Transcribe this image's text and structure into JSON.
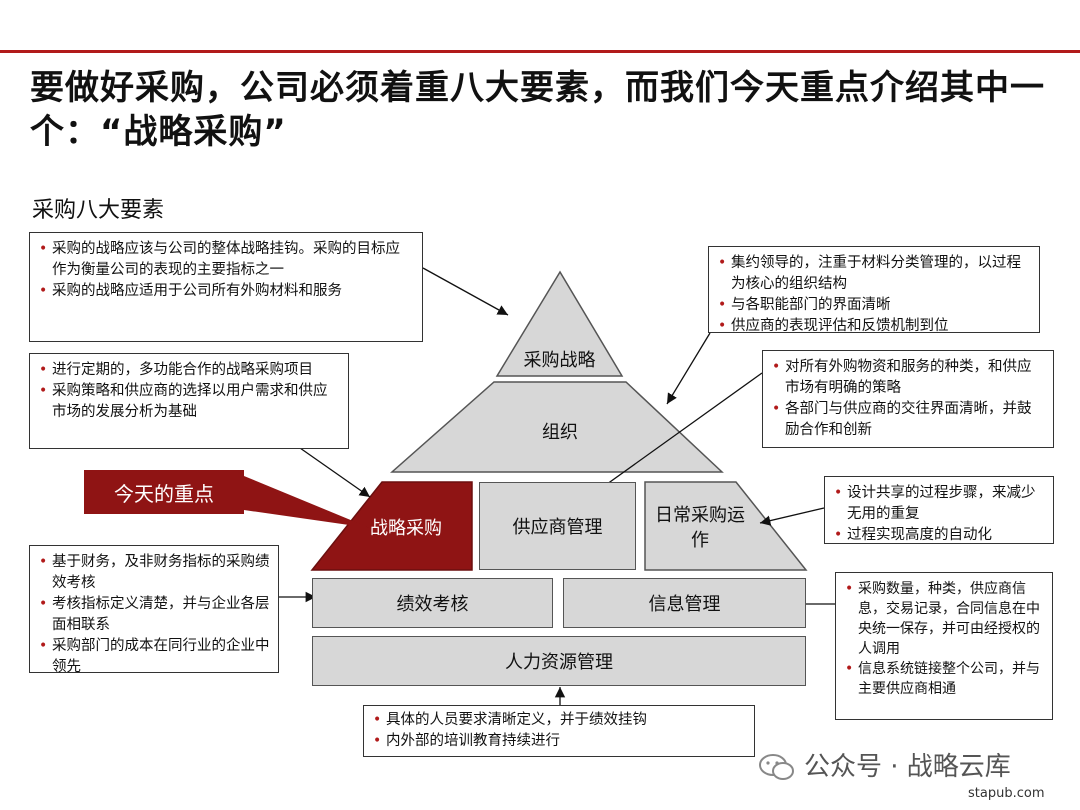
{
  "title": "要做好采购，公司必须着重八大要素，而我们今天重点介绍其中一个：“战略采购”",
  "subtitle": "采购八大要素",
  "today_focus": "今天的重点",
  "pyramid": {
    "top": "采购战略",
    "middle": "组织",
    "strategic": "战略采购",
    "supplier": "供应商管理",
    "daily": "日常采购运作",
    "performance": "绩效考核",
    "info": "信息管理",
    "hr": "人力资源管理"
  },
  "notes": {
    "strategy": [
      "采购的战略应该与公司的整体战略挂钩。采购的目标应作为衡量公司的表现的主要指标之一",
      "采购的战略应适用于公司所有外购材料和服务"
    ],
    "org": [
      "集约领导的，注重于材料分类管理的，以过程为核心的组织结构",
      "与各职能部门的界面清晰",
      "供应商的表现评估和反馈机制到位"
    ],
    "strategic_sourcing": [
      "进行定期的，多功能合作的战略采购项目",
      "采购策略和供应商的选择以用户需求和供应市场的发展分析为基础"
    ],
    "supplier_mgmt": [
      "对所有外购物资和服务的种类，和供应市场有明确的策略",
      "各部门与供应商的交往界面清晰，并鼓励合作和创新"
    ],
    "daily_ops": [
      "设计共享的过程步骤，来减少无用的重复",
      "过程实现高度的自动化"
    ],
    "performance": [
      "基于财务，及非财务指标的采购绩效考核",
      "考核指标定义清楚，并与企业各层面相联系",
      "采购部门的成本在同行业的企业中领先"
    ],
    "info": [
      "采购数量，种类，供应商信息，交易记录，合同信息在中央统一保存，并可由经授权的人调用",
      "信息系统链接整个公司，并与主要供应商相通"
    ],
    "hr": [
      "具体的人员要求清晰定义，并于绩效挂钩",
      "内外部的培训教育持续进行"
    ]
  },
  "watermark": "公众号 · 战略云库",
  "footer_tag": "stapub.com",
  "colors": {
    "accent": "#8f1414",
    "shape_fill": "#d7d7d7",
    "rule": "#b11a1a"
  }
}
